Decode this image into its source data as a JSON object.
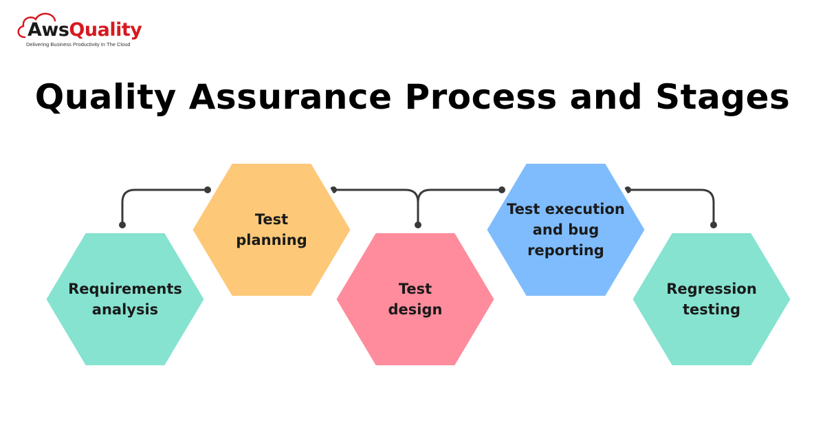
{
  "brand": {
    "name_prefix": "Aws",
    "name_suffix": "Quality",
    "tagline": "Delivering Business Productivity In The Cloud"
  },
  "title": "Quality Assurance Process and Stages",
  "stages": [
    {
      "label": "Requirements\nanalysis",
      "color": "#86e3d0"
    },
    {
      "label": "Test\nplanning",
      "color": "#fdc878"
    },
    {
      "label": "Test\ndesign",
      "color": "#fe8c9c"
    },
    {
      "label": "Test execution\nand bug\nreporting",
      "color": "#7fbcfd"
    },
    {
      "label": "Regression\ntesting",
      "color": "#86e3d0"
    }
  ],
  "colors": {
    "connector": "#3a3a3a",
    "logo_accent": "#d71920"
  }
}
